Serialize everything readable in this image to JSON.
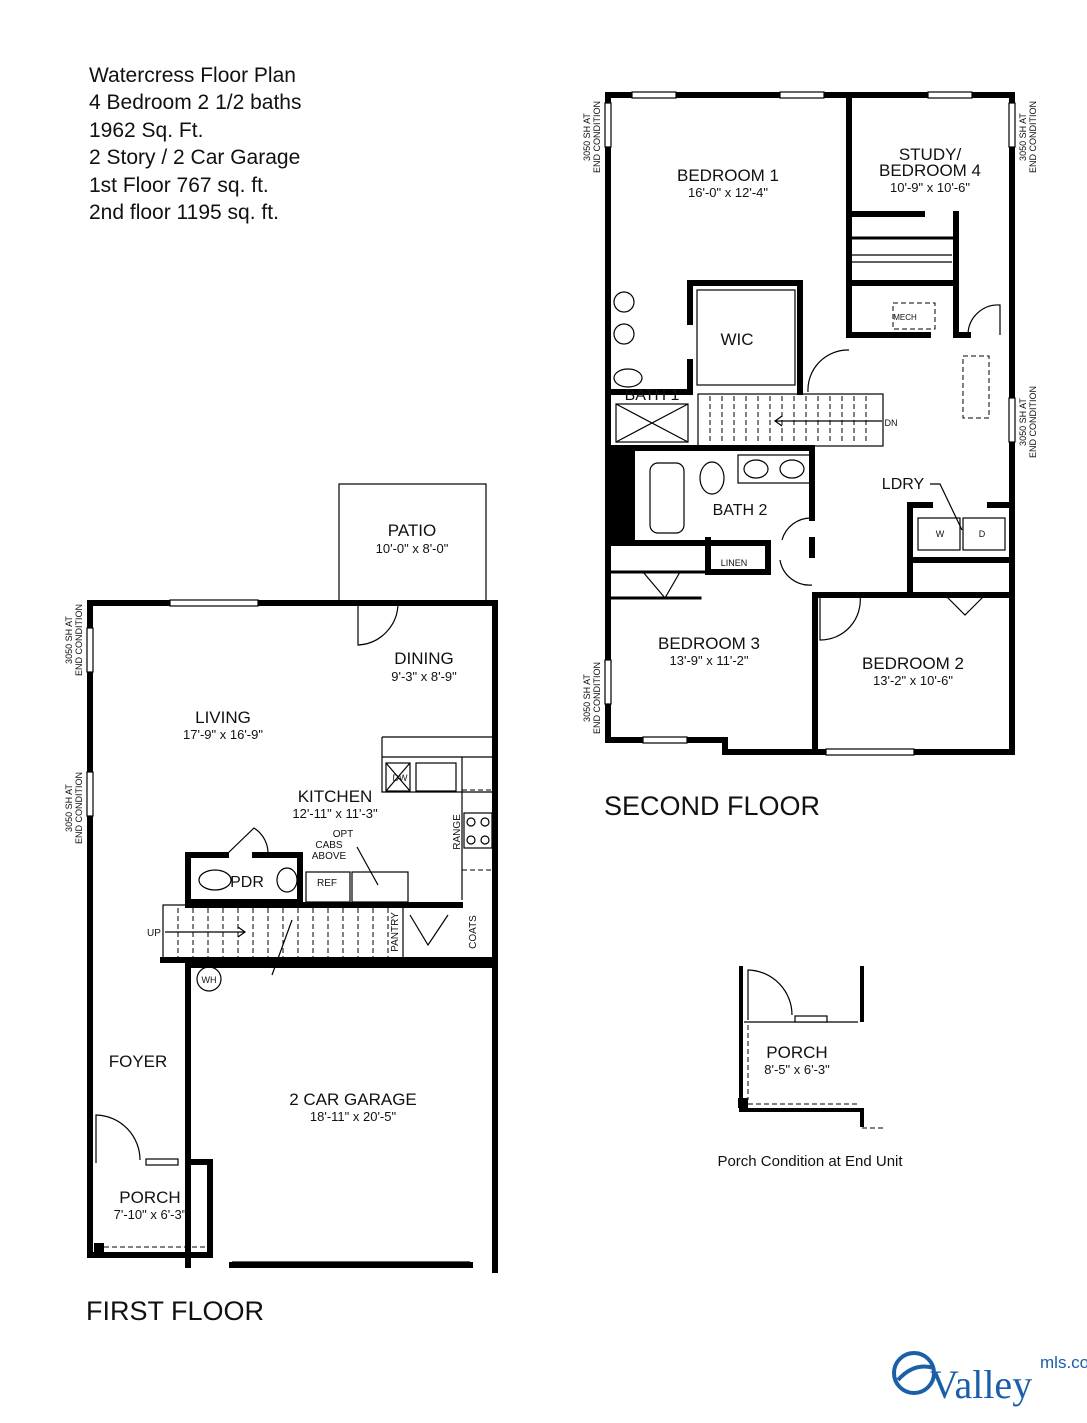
{
  "info": {
    "lines": [
      "Watercress Floor Plan",
      "4 Bedroom 2 1/2 baths",
      "1962 Sq. Ft.",
      "2 Story / 2 Car Garage",
      "1st Floor 767 sq. ft.",
      "2nd floor 1195 sq. ft."
    ]
  },
  "first_floor": {
    "title": "FIRST FLOOR",
    "window_note": [
      "3050 SH AT",
      "END CONDITION"
    ],
    "rooms": {
      "patio": {
        "name": "PATIO",
        "size": "10'-0\" x 8'-0\""
      },
      "dining": {
        "name": "DINING",
        "size": "9'-3\" x 8'-9\""
      },
      "living": {
        "name": "LIVING",
        "size": "17'-9\" x 16'-9\""
      },
      "kitchen": {
        "name": "KITCHEN",
        "size": "12'-11\" x 11'-3\""
      },
      "foyer": {
        "name": "FOYER"
      },
      "garage": {
        "name": "2 CAR GARAGE",
        "size": "18'-11\" x 20'-5\""
      },
      "porch": {
        "name": "PORCH",
        "size": "7'-10\" x 6'-3\""
      }
    },
    "labels": {
      "pdr": "PDR",
      "ref": "REF",
      "dw": "DW",
      "range": "RANGE",
      "pantry": "PANTRY",
      "coats": "COATS",
      "wh": "WH",
      "up": "UP",
      "opt": [
        "OPT",
        "CABS",
        "ABOVE"
      ]
    }
  },
  "second_floor": {
    "title": "SECOND FLOOR",
    "window_note": [
      "3050 SH AT",
      "END CONDITION"
    ],
    "rooms": {
      "bedroom1": {
        "name": "BEDROOM 1",
        "size": "16'-0\" x 12'-4\""
      },
      "bedroom4": {
        "name1": "STUDY/",
        "name2": "BEDROOM 4",
        "size": "10'-9\" x 10'-6\""
      },
      "bedroom3": {
        "name": "BEDROOM 3",
        "size": "13'-9\" x 11'-2\""
      },
      "bedroom2": {
        "name": "BEDROOM 2",
        "size": "13'-2\" x 10'-6\""
      }
    },
    "labels": {
      "wic": "WIC",
      "bath1": "BATH 1",
      "bath2": "BATH 2",
      "linen": "LINEN",
      "ldry": "LDRY",
      "mech": "MECH",
      "dn": "DN",
      "w": "W",
      "d": "D"
    }
  },
  "end_porch": {
    "name": "PORCH",
    "size": "8'-5\" x 6'-3\"",
    "caption": "Porch Condition at End Unit"
  },
  "logo": {
    "text": "Valley",
    "superscript": "mls.com",
    "color": "#1a5fa8"
  }
}
